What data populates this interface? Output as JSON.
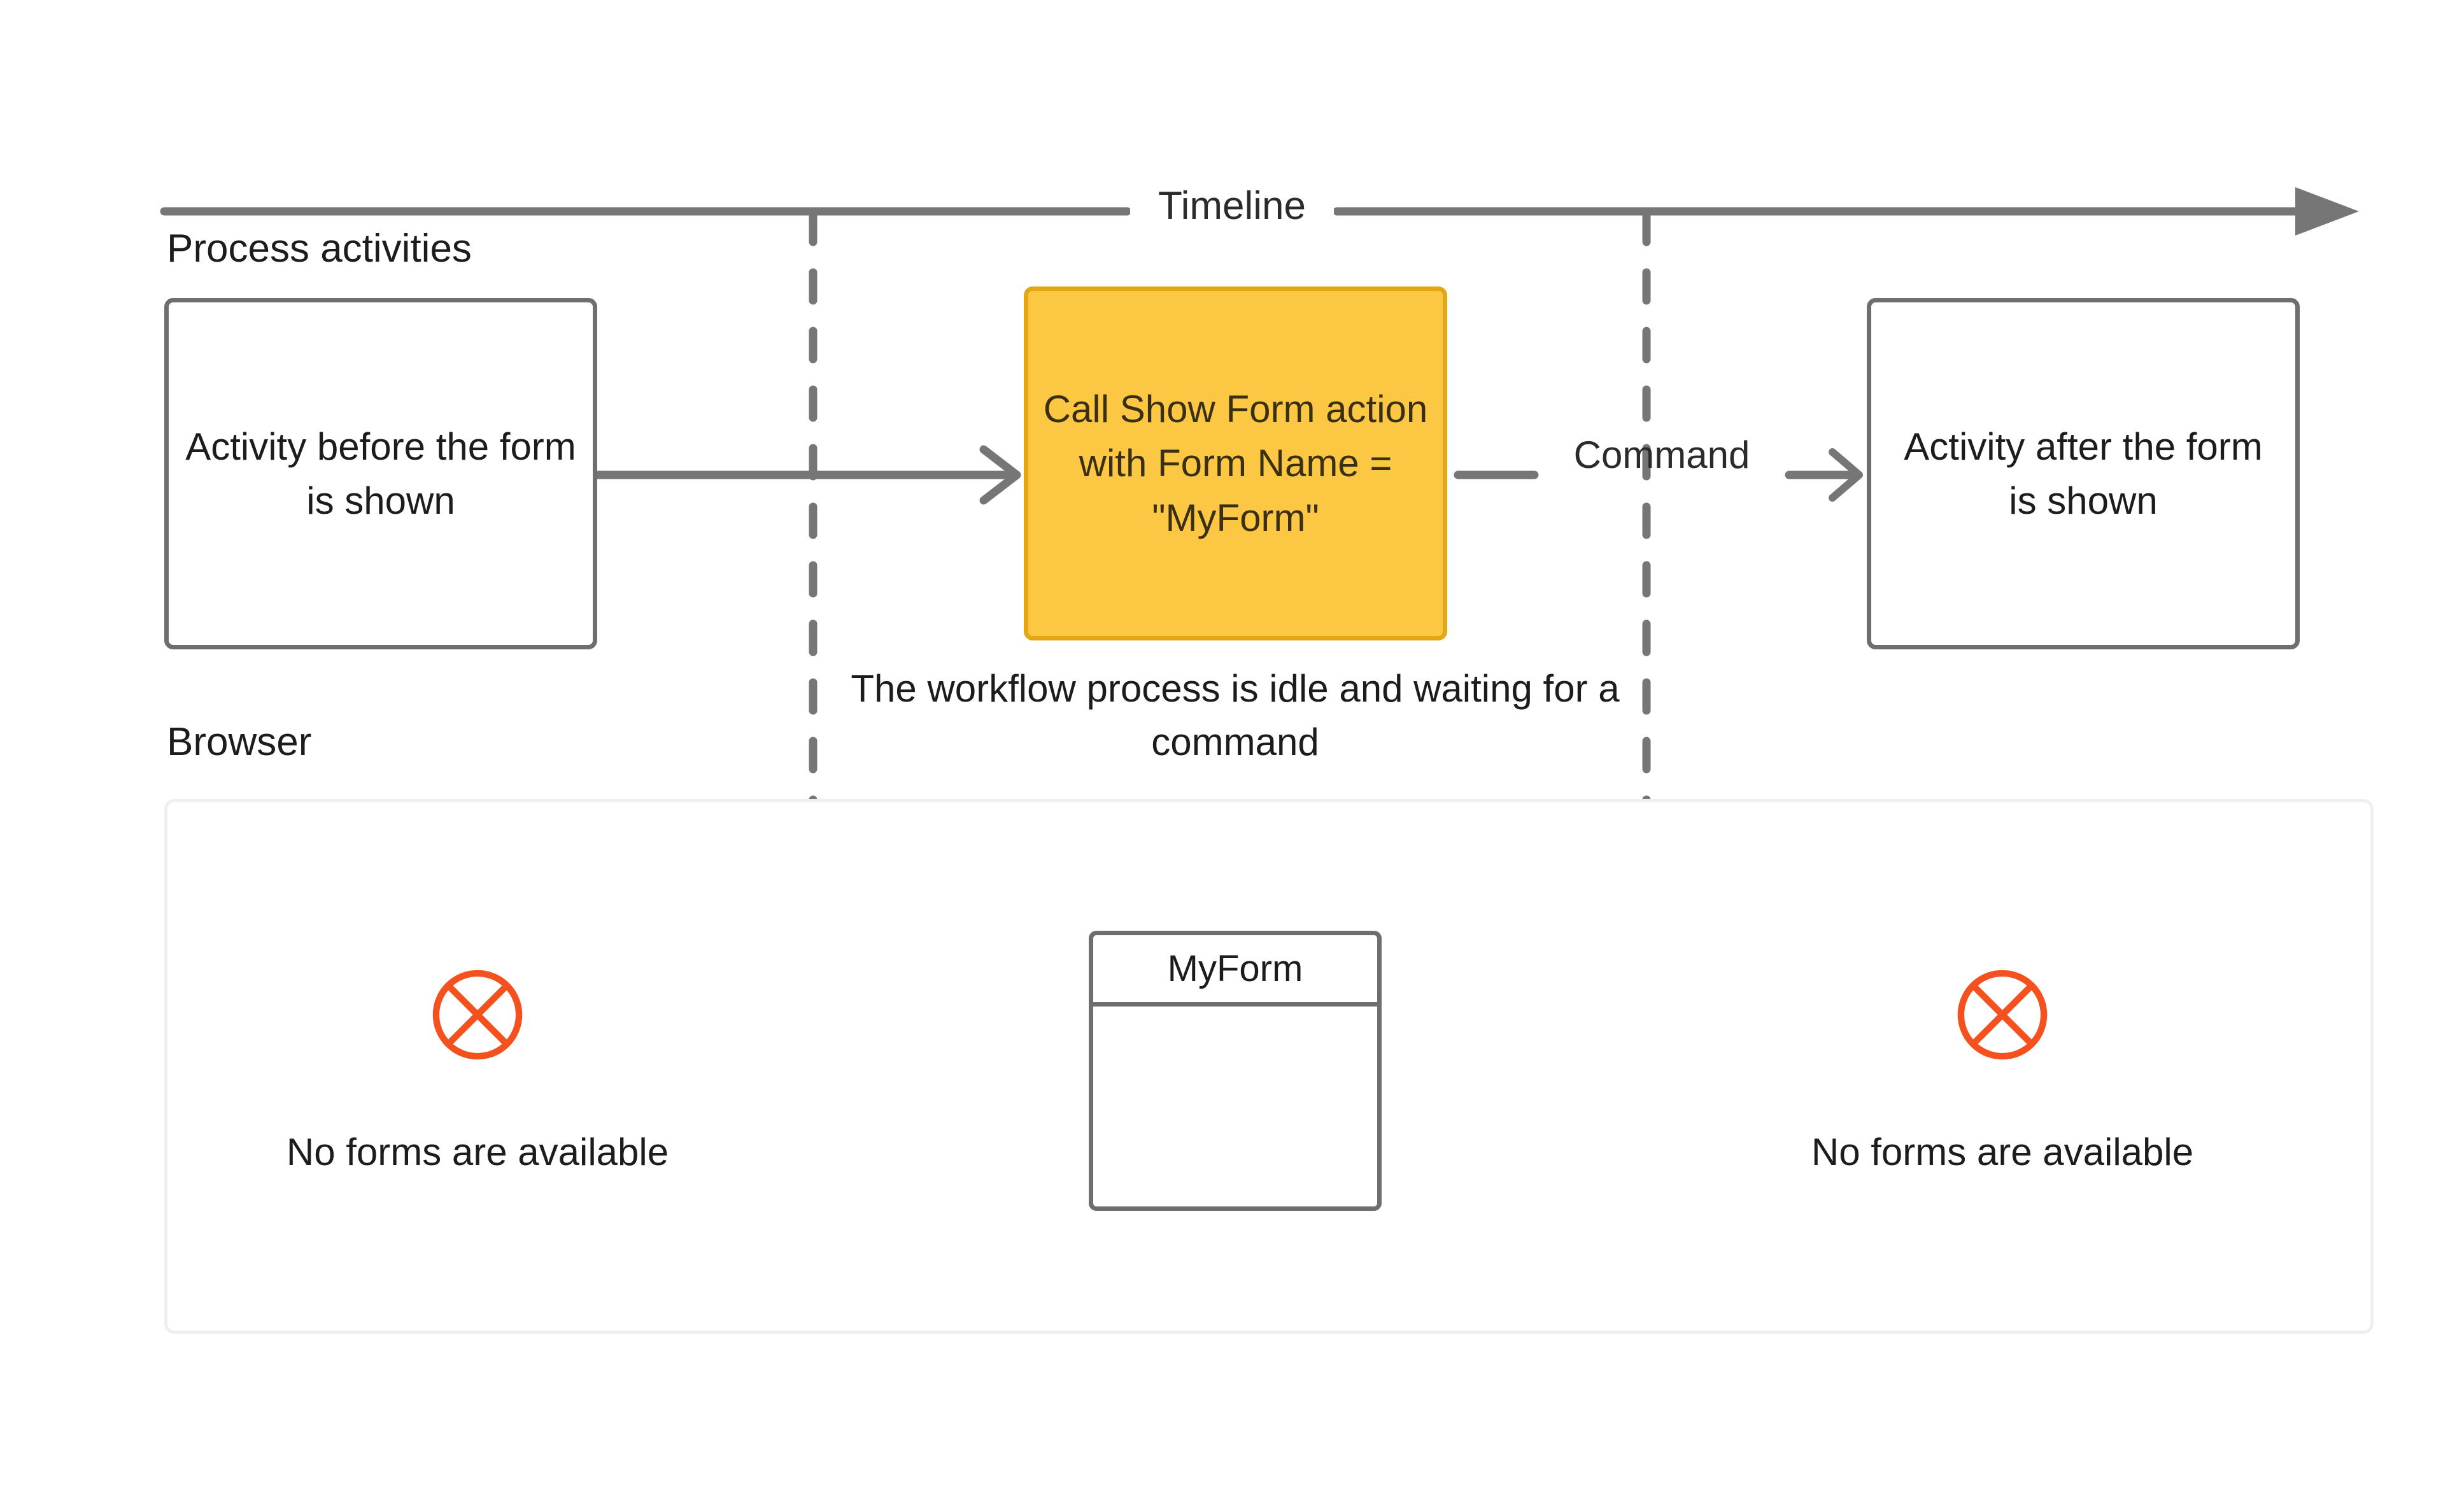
{
  "diagram": {
    "timeline": {
      "label": "Timeline",
      "axis_icon": "arrow-right-icon"
    },
    "lanes": [
      {
        "id": "process",
        "label": "Process activities"
      },
      {
        "id": "browser",
        "label": "Browser"
      }
    ],
    "process_lane": {
      "activity_before": "Activity before the form is shown",
      "action_box": "Call Show Form action with Form Name = \"MyForm\"",
      "activity_after": "Activity after the form is shown",
      "command_label": "Command",
      "idle_note": "The workflow process is idle and waiting for a command",
      "flow_arrow_icon": "arrow-right-icon"
    },
    "browser_lane": {
      "left_state": {
        "icon": "circle-x-icon",
        "text": "No forms are available"
      },
      "right_state": {
        "icon": "circle-x-icon",
        "text": "No forms are available"
      },
      "form_window": {
        "title": "MyForm"
      }
    },
    "colors": {
      "action_fill": "#FCC743",
      "action_border": "#E3A615",
      "box_border": "#6E6E6E",
      "line": "#767676",
      "panel_border": "#EFEFEF",
      "unavailable_icon": "#F4511E",
      "text": "#1C1C1C"
    }
  }
}
